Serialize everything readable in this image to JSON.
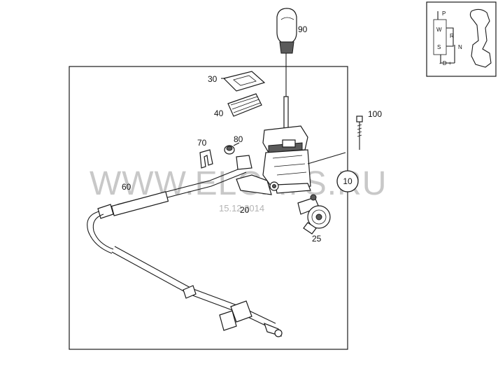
{
  "callouts": {
    "c90": "90",
    "c30": "30",
    "c40": "40",
    "c100": "100",
    "c70": "70",
    "c80": "80",
    "c60": "60",
    "c20": "20",
    "c10": "10",
    "c25": "25"
  },
  "gate": {
    "p": "P",
    "r": "R",
    "n": "N",
    "w": "W",
    "s": "S",
    "d": "- D +"
  },
  "watermark": {
    "text": "WWW.ELCATS.RU",
    "date": "15.12.2014"
  }
}
